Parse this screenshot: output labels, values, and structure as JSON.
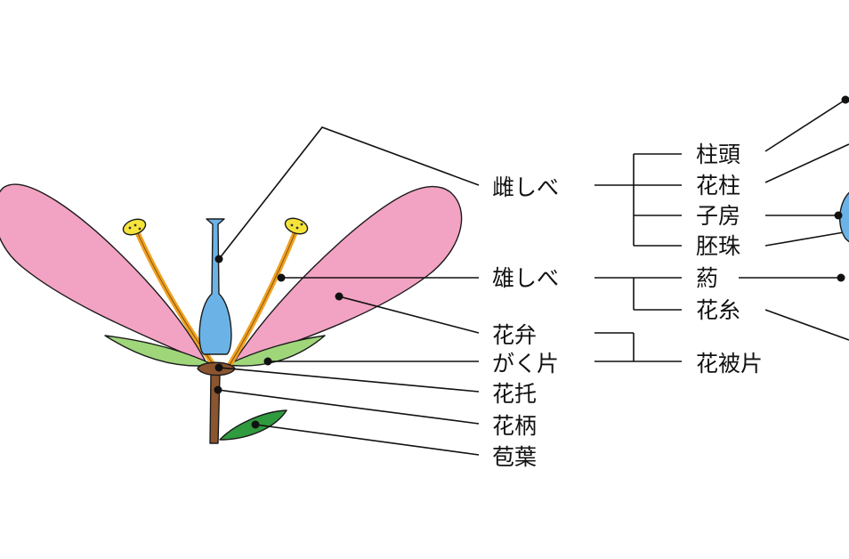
{
  "labels": {
    "pistil": "雌しべ",
    "stamen": "雄しべ",
    "petal": "花弁",
    "sepal": "がく片",
    "receptacle": "花托",
    "pedicel": "花柄",
    "bract": "苞葉",
    "stigma": "柱頭",
    "style": "花柱",
    "ovary": "子房",
    "ovule": "胚珠",
    "anther": "葯",
    "filament": "花糸",
    "tepal": "花被片"
  },
  "colors": {
    "petal": "#f2a2c2",
    "sepal": "#9fd67a",
    "bract": "#2f9a3e",
    "pistil": "#6bb3e6",
    "stem": "#8b5530",
    "filament": "#f0a020",
    "anther": "#f6e43a"
  }
}
